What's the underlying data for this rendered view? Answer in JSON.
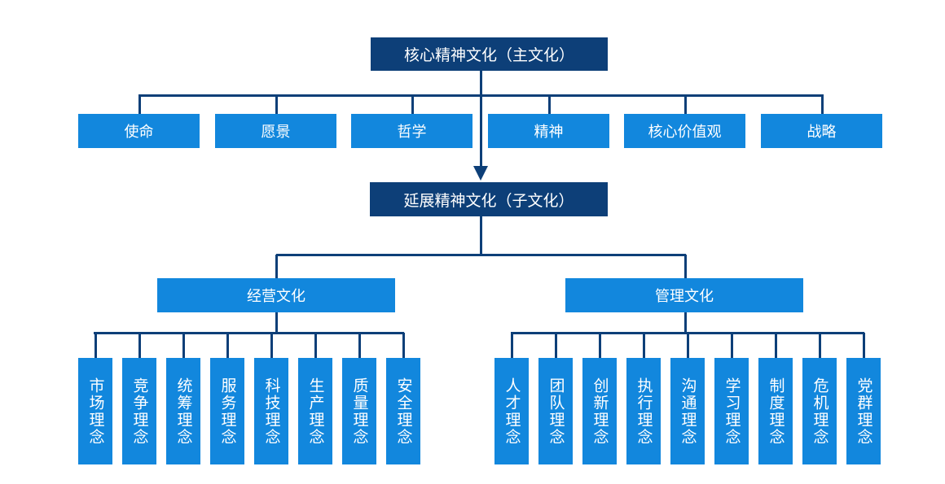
{
  "colors": {
    "dark": "#0d3f78",
    "light": "#1287dd",
    "text": "#ffffff"
  },
  "core": {
    "label": "核心精神文化（主文化）"
  },
  "core_items": [
    "使命",
    "愿景",
    "哲学",
    "精神",
    "核心价值观",
    "战略"
  ],
  "extended": {
    "label": "延展精神文化（子文化）"
  },
  "branches": [
    {
      "label": "经营文化",
      "items": [
        "市场理念",
        "竞争理念",
        "统筹理念",
        "服务理念",
        "科技理念",
        "生产理念",
        "质量理念",
        "安全理念"
      ]
    },
    {
      "label": "管理文化",
      "items": [
        "人才理念",
        "团队理念",
        "创新理念",
        "执行理念",
        "沟通理念",
        "学习理念",
        "制度理念",
        "危机理念",
        "党群理念"
      ]
    }
  ]
}
